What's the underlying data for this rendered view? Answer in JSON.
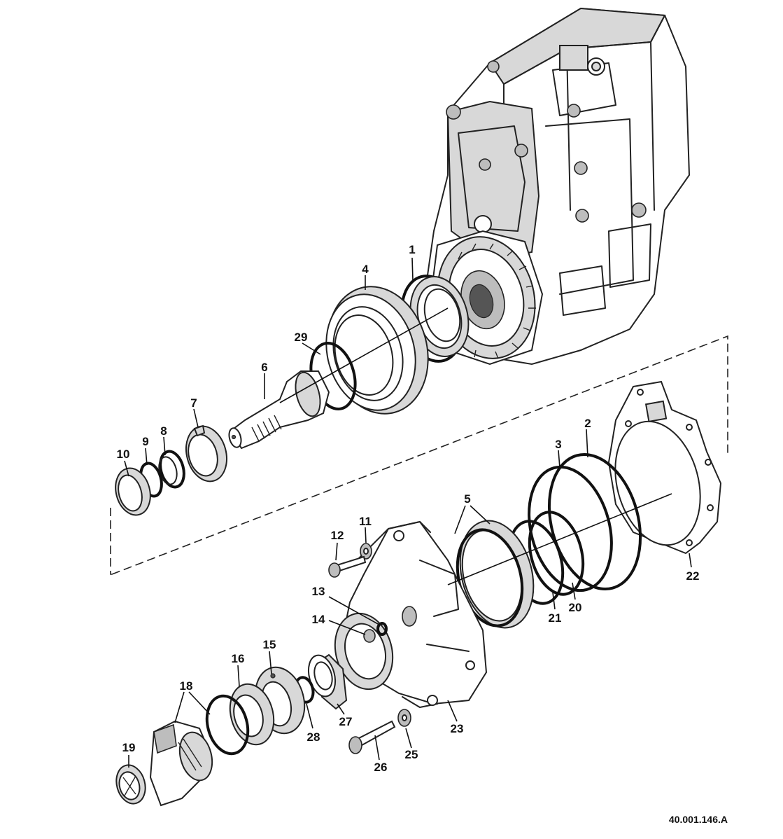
{
  "figure_reference": "40.001.146.A",
  "callouts": [
    {
      "id": "c1",
      "label": "1"
    },
    {
      "id": "c2",
      "label": "2"
    },
    {
      "id": "c3",
      "label": "3"
    },
    {
      "id": "c4",
      "label": "4"
    },
    {
      "id": "c5",
      "label": "5"
    },
    {
      "id": "c6",
      "label": "6"
    },
    {
      "id": "c7",
      "label": "7"
    },
    {
      "id": "c8",
      "label": "8"
    },
    {
      "id": "c9",
      "label": "9"
    },
    {
      "id": "c10",
      "label": "10"
    },
    {
      "id": "c11",
      "label": "11"
    },
    {
      "id": "c12",
      "label": "12"
    },
    {
      "id": "c13",
      "label": "13"
    },
    {
      "id": "c14",
      "label": "14"
    },
    {
      "id": "c15",
      "label": "15"
    },
    {
      "id": "c16",
      "label": "16"
    },
    {
      "id": "c18",
      "label": "18"
    },
    {
      "id": "c19",
      "label": "19"
    },
    {
      "id": "c20",
      "label": "20"
    },
    {
      "id": "c21",
      "label": "21"
    },
    {
      "id": "c22",
      "label": "22"
    },
    {
      "id": "c23",
      "label": "23"
    },
    {
      "id": "c25",
      "label": "25"
    },
    {
      "id": "c26",
      "label": "26"
    },
    {
      "id": "c27",
      "label": "27"
    },
    {
      "id": "c28",
      "label": "28"
    },
    {
      "id": "c29",
      "label": "29"
    }
  ]
}
